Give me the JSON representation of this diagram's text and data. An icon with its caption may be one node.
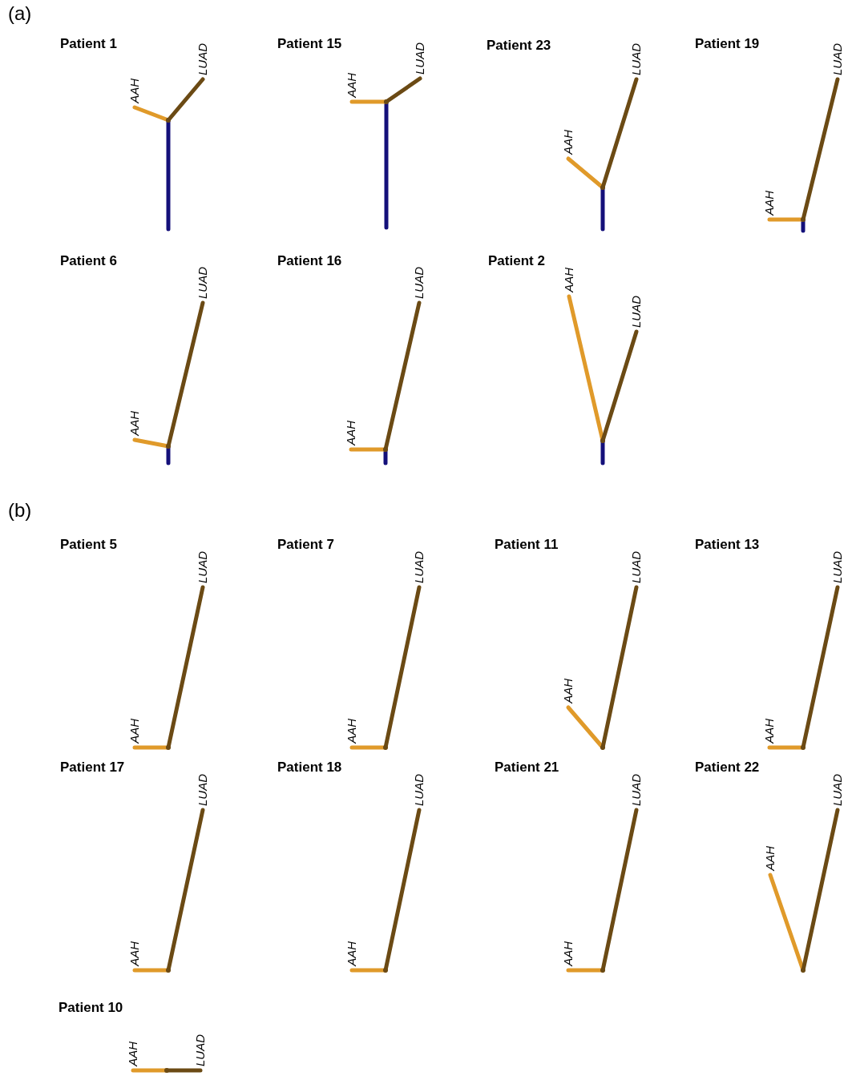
{
  "diagram": {
    "nodes": [
      {
        "text": [
          "Patient 1"
        ]
      },
      {
        "text": [
          "AAH"
        ],
        "in": 0
      },
      {
        "text": [
          "LUAD"
        ],
        "in": 0
      },
      {
        "text": [],
        "shape": "point",
        "in": 0
      },
      {
        "text": [
          "Patient 15"
        ]
      },
      {
        "text": [
          "AAH"
        ],
        "in": 4
      },
      {
        "text": [
          "LUAD"
        ],
        "in": 4
      },
      {
        "text": [],
        "shape": "point",
        "in": 4
      },
      {
        "text": [
          "Patient 23"
        ]
      },
      {
        "text": [
          "AAH"
        ],
        "in": 8
      },
      {
        "text": [
          "LUAD"
        ],
        "in": 8
      },
      {
        "text": [],
        "shape": "point",
        "in": 8
      },
      {
        "text": [
          "Patient 19"
        ]
      },
      {
        "text": [
          "AAH"
        ],
        "in": 12
      },
      {
        "text": [
          "LUAD"
        ],
        "in": 12
      },
      {
        "text": [],
        "shape": "point",
        "in": 12
      },
      {
        "text": [
          "Patient 6"
        ]
      },
      {
        "text": [
          "AAH"
        ],
        "in": 16
      },
      {
        "text": [
          "LUAD"
        ],
        "in": 16
      },
      {
        "text": [],
        "shape": "point",
        "in": 16
      },
      {
        "text": [
          "Patient 16"
        ]
      },
      {
        "text": [
          "AAH"
        ],
        "in": 20
      },
      {
        "text": [
          "LUAD"
        ],
        "in": 20
      },
      {
        "text": [],
        "shape": "point",
        "in": 20
      },
      {
        "text": [
          "Patient 2"
        ]
      },
      {
        "text": [
          "AAH"
        ],
        "in": 24
      },
      {
        "text": [
          "LUAD"
        ],
        "in": 24
      },
      {
        "text": [],
        "shape": "point",
        "in": 24
      },
      {
        "text": [
          "Patient 5"
        ]
      },
      {
        "text": [
          "AAH"
        ],
        "in": 28
      },
      {
        "text": [
          "LUAD"
        ],
        "in": 28
      },
      {
        "text": [],
        "shape": "point",
        "in": 28
      },
      {
        "text": [
          "Patient 7"
        ]
      },
      {
        "text": [
          "AAH"
        ],
        "in": 32
      },
      {
        "text": [
          "LUAD"
        ],
        "in": 32
      },
      {
        "text": [],
        "shape": "point",
        "in": 32
      },
      {
        "text": [
          "Patient 11"
        ]
      },
      {
        "text": [
          "AAH"
        ],
        "in": 36
      },
      {
        "text": [
          "LUAD"
        ],
        "in": 36
      },
      {
        "text": [],
        "shape": "point",
        "in": 36
      },
      {
        "text": [
          "Patient 13"
        ]
      },
      {
        "text": [
          "AAH"
        ],
        "in": 40
      },
      {
        "text": [
          "LUAD"
        ],
        "in": 40
      },
      {
        "text": [],
        "shape": "point",
        "in": 40
      },
      {
        "text": [
          "Patient 17"
        ]
      },
      {
        "text": [
          "AAH"
        ],
        "in": 44
      },
      {
        "text": [
          "LUAD"
        ],
        "in": 44
      },
      {
        "text": [],
        "shape": "point",
        "in": 44
      },
      {
        "text": [
          "Patient 18"
        ]
      },
      {
        "text": [
          "AAH"
        ],
        "in": 48
      },
      {
        "text": [
          "LUAD"
        ],
        "in": 48
      },
      {
        "text": [],
        "shape": "point",
        "in": 48
      },
      {
        "text": [
          "Patient 21"
        ]
      },
      {
        "text": [
          "AAH"
        ],
        "in": 52
      },
      {
        "text": [
          "LUAD"
        ],
        "in": 52
      },
      {
        "text": [],
        "shape": "point",
        "in": 52
      },
      {
        "text": [
          "Patient 22"
        ]
      },
      {
        "text": [
          "AAH"
        ],
        "in": 56
      },
      {
        "text": [
          "LUAD"
        ],
        "in": 56
      },
      {
        "text": [],
        "shape": "point",
        "in": 56
      },
      {
        "text": [
          "Patient 10"
        ]
      },
      {
        "text": [
          "AAH"
        ],
        "in": 60
      },
      {
        "text": [
          "LUAD"
        ],
        "in": 60
      },
      {
        "text": [],
        "shape": "point",
        "in": 60
      }
    ],
    "edges": [
      {
        "from": null,
        "to": 3,
        "arrow": "none",
        "color": "#14107a"
      },
      {
        "from": 3,
        "to": 1,
        "arrow": "none",
        "color": "#e09a2a"
      },
      {
        "from": 3,
        "to": 2,
        "arrow": "none",
        "color": "#6b4a14"
      },
      {
        "from": null,
        "to": 7,
        "arrow": "none",
        "color": "#14107a"
      },
      {
        "from": 7,
        "to": 5,
        "arrow": "none",
        "color": "#e09a2a"
      },
      {
        "from": 7,
        "to": 6,
        "arrow": "none",
        "color": "#6b4a14"
      },
      {
        "from": null,
        "to": 11,
        "arrow": "none",
        "color": "#14107a"
      },
      {
        "from": 11,
        "to": 9,
        "arrow": "none",
        "color": "#e09a2a"
      },
      {
        "from": 11,
        "to": 10,
        "arrow": "none",
        "color": "#6b4a14"
      },
      {
        "from": null,
        "to": 15,
        "arrow": "none",
        "color": "#14107a"
      },
      {
        "from": 15,
        "to": 13,
        "arrow": "none",
        "color": "#e09a2a"
      },
      {
        "from": 15,
        "to": 14,
        "arrow": "none",
        "color": "#6b4a14"
      },
      {
        "from": null,
        "to": 19,
        "arrow": "none",
        "color": "#14107a"
      },
      {
        "from": 19,
        "to": 17,
        "arrow": "none",
        "color": "#e09a2a"
      },
      {
        "from": 19,
        "to": 18,
        "arrow": "none",
        "color": "#6b4a14"
      },
      {
        "from": null,
        "to": 23,
        "arrow": "none",
        "color": "#14107a"
      },
      {
        "from": 23,
        "to": 21,
        "arrow": "none",
        "color": "#e09a2a"
      },
      {
        "from": 23,
        "to": 22,
        "arrow": "none",
        "color": "#6b4a14"
      },
      {
        "from": null,
        "to": 27,
        "arrow": "none",
        "color": "#14107a"
      },
      {
        "from": 27,
        "to": 25,
        "arrow": "none",
        "color": "#e09a2a"
      },
      {
        "from": 27,
        "to": 26,
        "arrow": "none",
        "color": "#6b4a14"
      },
      {
        "from": 31,
        "to": 29,
        "arrow": "none",
        "color": "#e09a2a"
      },
      {
        "from": 31,
        "to": 30,
        "arrow": "none",
        "color": "#6b4a14"
      },
      {
        "from": 35,
        "to": 33,
        "arrow": "none",
        "color": "#e09a2a"
      },
      {
        "from": 35,
        "to": 34,
        "arrow": "none",
        "color": "#6b4a14"
      },
      {
        "from": 39,
        "to": 37,
        "arrow": "none",
        "color": "#e09a2a"
      },
      {
        "from": 39,
        "to": 38,
        "arrow": "none",
        "color": "#6b4a14"
      },
      {
        "from": 43,
        "to": 41,
        "arrow": "none",
        "color": "#e09a2a"
      },
      {
        "from": 43,
        "to": 42,
        "arrow": "none",
        "color": "#6b4a14"
      },
      {
        "from": 47,
        "to": 45,
        "arrow": "none",
        "color": "#e09a2a"
      },
      {
        "from": 47,
        "to": 46,
        "arrow": "none",
        "color": "#6b4a14"
      },
      {
        "from": 51,
        "to": 49,
        "arrow": "none",
        "color": "#e09a2a"
      },
      {
        "from": 51,
        "to": 50,
        "arrow": "none",
        "color": "#6b4a14"
      },
      {
        "from": 55,
        "to": 53,
        "arrow": "none",
        "color": "#e09a2a"
      },
      {
        "from": 55,
        "to": 54,
        "arrow": "none",
        "color": "#6b4a14"
      },
      {
        "from": 59,
        "to": 57,
        "arrow": "none",
        "color": "#e09a2a"
      },
      {
        "from": 59,
        "to": 58,
        "arrow": "none",
        "color": "#6b4a14"
      },
      {
        "from": 63,
        "to": 61,
        "arrow": "none",
        "color": "#e09a2a"
      },
      {
        "from": 63,
        "to": 62,
        "arrow": "none",
        "color": "#6b4a14"
      }
    ],
    "labels": [
      "(a)",
      "(b)"
    ]
  }
}
